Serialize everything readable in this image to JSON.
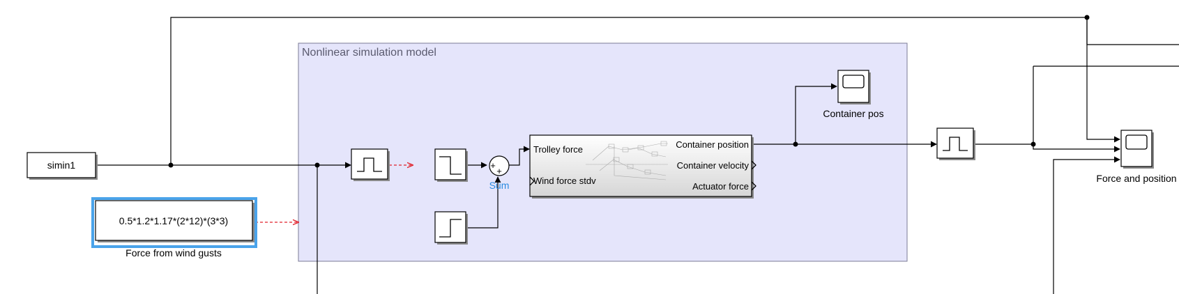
{
  "area": {
    "title": "Nonlinear simulation model"
  },
  "source_block": {
    "label": "simin1"
  },
  "constant_block": {
    "value": "0.5*1.2*1.17*(2*12)*(3*3)",
    "caption": "Force from wind gusts"
  },
  "sum_block": {
    "name": "Sum",
    "signs": [
      "+",
      "+"
    ]
  },
  "subsystem": {
    "inputs": [
      "Trolley force",
      "Wind force stdv"
    ],
    "outputs": [
      "Container position",
      "Container velocity",
      "Actuator force"
    ]
  },
  "scopes": {
    "container_pos": "Container pos",
    "force_and_position": "Force and position"
  },
  "colors": {
    "area_fill": "#e5e5fb",
    "area_border": "#7b7b96",
    "selection": "#4aa3ea",
    "sum_label": "#2a8be0",
    "red_wire": "#e0202a"
  }
}
